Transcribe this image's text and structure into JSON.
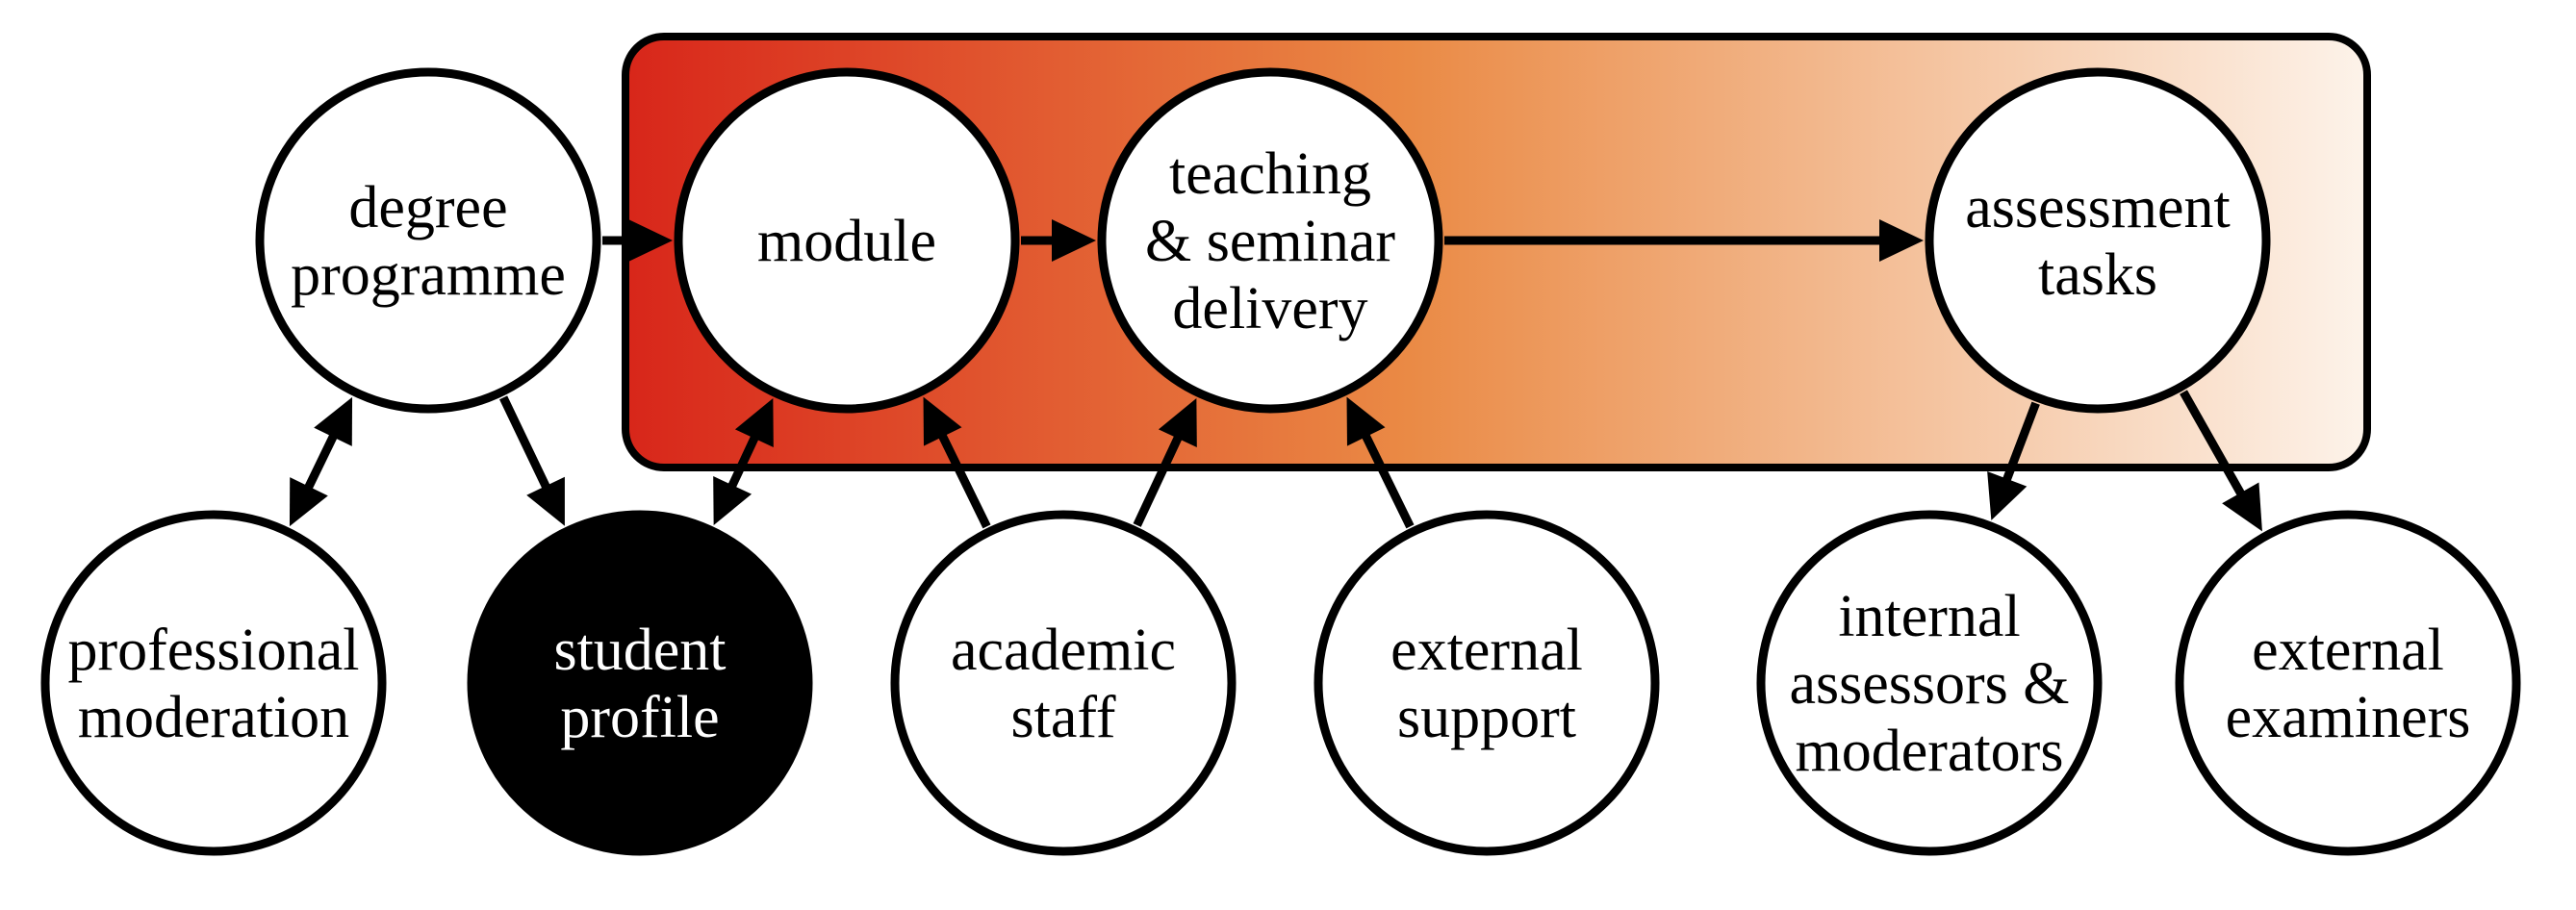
{
  "colors": {
    "band_start": "#d8261a",
    "band_mid": "#ea8a45",
    "band_end": "#fdf3ea",
    "node_fill": "#ffffff",
    "node_fill_dark": "#000000",
    "stroke": "#000000",
    "text": "#000000",
    "text_on_dark": "#ffffff"
  },
  "nodes": [
    {
      "id": "degree-programme",
      "lines": [
        "degree",
        "programme"
      ],
      "dark": false
    },
    {
      "id": "module",
      "lines": [
        "module"
      ],
      "dark": false
    },
    {
      "id": "teaching-seminar-delivery",
      "lines": [
        "teaching",
        "& seminar",
        "delivery"
      ],
      "dark": false
    },
    {
      "id": "assessment-tasks",
      "lines": [
        "assessment",
        "tasks"
      ],
      "dark": false
    },
    {
      "id": "professional-moderation",
      "lines": [
        "professional",
        "moderation"
      ],
      "dark": false
    },
    {
      "id": "student-profile",
      "lines": [
        "student",
        "profile"
      ],
      "dark": true
    },
    {
      "id": "academic-staff",
      "lines": [
        "academic",
        "staff"
      ],
      "dark": false
    },
    {
      "id": "external-support",
      "lines": [
        "external",
        "support"
      ],
      "dark": false
    },
    {
      "id": "internal-assessors-moderators",
      "lines": [
        "internal",
        "assessors &",
        "moderators"
      ],
      "dark": false
    },
    {
      "id": "external-examiners",
      "lines": [
        "external",
        "examiners"
      ],
      "dark": false
    }
  ],
  "edges": [
    {
      "from": "degree-programme",
      "to": "module",
      "direction": "forward"
    },
    {
      "from": "module",
      "to": "teaching-seminar-delivery",
      "direction": "forward"
    },
    {
      "from": "teaching-seminar-delivery",
      "to": "assessment-tasks",
      "direction": "forward"
    },
    {
      "from": "degree-programme",
      "to": "professional-moderation",
      "direction": "both"
    },
    {
      "from": "degree-programme",
      "to": "student-profile",
      "direction": "forward"
    },
    {
      "from": "student-profile",
      "to": "module",
      "direction": "both"
    },
    {
      "from": "academic-staff",
      "to": "module",
      "direction": "forward"
    },
    {
      "from": "academic-staff",
      "to": "teaching-seminar-delivery",
      "direction": "forward"
    },
    {
      "from": "external-support",
      "to": "teaching-seminar-delivery",
      "direction": "forward"
    },
    {
      "from": "assessment-tasks",
      "to": "internal-assessors-moderators",
      "direction": "forward"
    },
    {
      "from": "assessment-tasks",
      "to": "external-examiners",
      "direction": "forward"
    }
  ]
}
